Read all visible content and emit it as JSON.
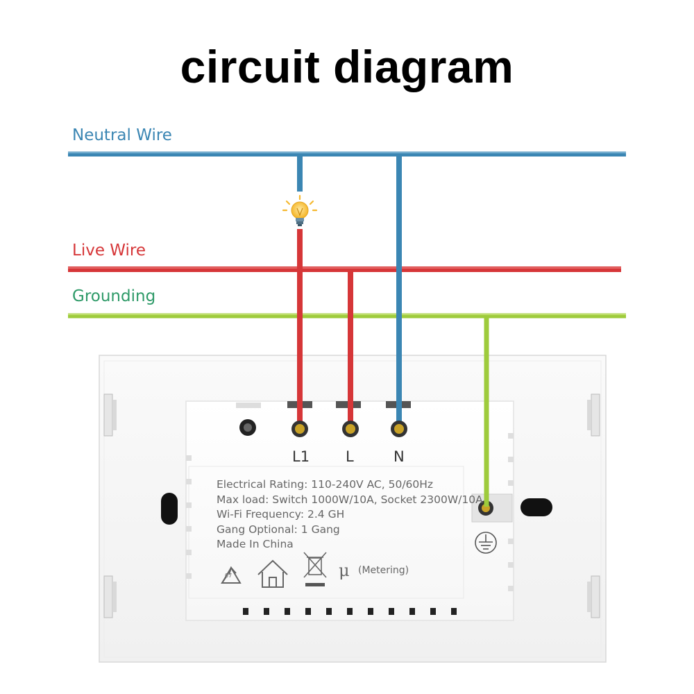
{
  "title": "circuit diagram",
  "wires": {
    "neutral": {
      "label": "Neutral Wire",
      "color": "#3b86b3"
    },
    "live": {
      "label": "Live Wire",
      "color": "#d63638"
    },
    "ground": {
      "label": "Grounding",
      "color": "#2e9a68",
      "wire_color": "#9ecb3c"
    }
  },
  "terminals": [
    "L1",
    "L",
    "N"
  ],
  "specs": [
    "Electrical Rating: 110-240V AC, 50/60Hz",
    "Max load: Switch 1000W/10A, Socket 2300W/10A",
    "Wi-Fi Frequency: 2.4 GH",
    "Gang Optional: 1 Gang",
    "Made In China"
  ],
  "icons": {
    "recycle_number": "07",
    "mu_symbol": "μ",
    "metering": "(Metering)"
  }
}
